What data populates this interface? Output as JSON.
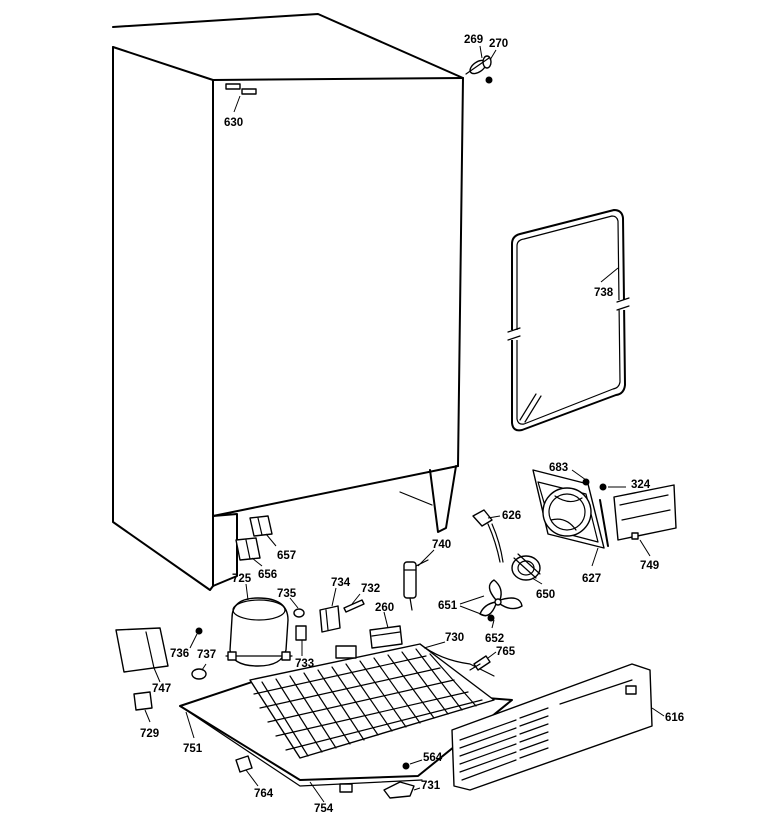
{
  "parts": [
    {
      "id": "269"
    },
    {
      "id": "270"
    },
    {
      "id": "630"
    },
    {
      "id": "738"
    },
    {
      "id": "683"
    },
    {
      "id": "324"
    },
    {
      "id": "626"
    },
    {
      "id": "627"
    },
    {
      "id": "749"
    },
    {
      "id": "740"
    },
    {
      "id": "650"
    },
    {
      "id": "651"
    },
    {
      "id": "652"
    },
    {
      "id": "657"
    },
    {
      "id": "656"
    },
    {
      "id": "725"
    },
    {
      "id": "735"
    },
    {
      "id": "734"
    },
    {
      "id": "732"
    },
    {
      "id": "260"
    },
    {
      "id": "730"
    },
    {
      "id": "765"
    },
    {
      "id": "736"
    },
    {
      "id": "737"
    },
    {
      "id": "733"
    },
    {
      "id": "747"
    },
    {
      "id": "729"
    },
    {
      "id": "751"
    },
    {
      "id": "616"
    },
    {
      "id": "564"
    },
    {
      "id": "731"
    },
    {
      "id": "764"
    },
    {
      "id": "754"
    }
  ]
}
